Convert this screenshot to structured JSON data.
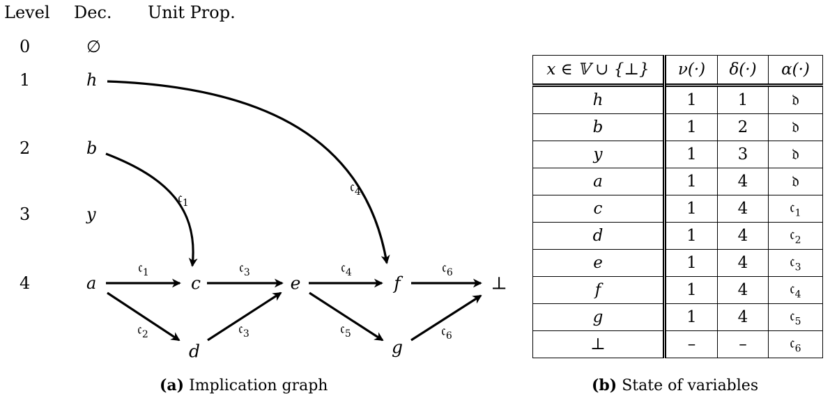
{
  "headers": {
    "level": "Level",
    "dec": "Dec.",
    "unit_prop": "Unit Prop."
  },
  "levels": [
    {
      "num": "0",
      "dec": "∅"
    },
    {
      "num": "1",
      "dec": "h"
    },
    {
      "num": "2",
      "dec": "b"
    },
    {
      "num": "3",
      "dec": "y"
    },
    {
      "num": "4",
      "dec": "a"
    }
  ],
  "graph_nodes": {
    "c": "c",
    "e": "e",
    "f": "f",
    "d": "d",
    "g": "g",
    "bottom": "⊥"
  },
  "edge_labels": {
    "b_c": {
      "base": "𝔠",
      "sub": "1"
    },
    "h_f": {
      "base": "𝔠",
      "sub": "4"
    },
    "a_c": {
      "base": "𝔠",
      "sub": "1"
    },
    "c_e": {
      "base": "𝔠",
      "sub": "3"
    },
    "e_f": {
      "base": "𝔠",
      "sub": "4"
    },
    "f_bot": {
      "base": "𝔠",
      "sub": "6"
    },
    "a_d": {
      "base": "𝔠",
      "sub": "2"
    },
    "d_e": {
      "base": "𝔠",
      "sub": "3"
    },
    "e_g": {
      "base": "𝔠",
      "sub": "5"
    },
    "g_bot": {
      "base": "𝔠",
      "sub": "6"
    }
  },
  "captions": {
    "a_tag": "(a)",
    "a_text": "Implication graph",
    "b_tag": "(b)",
    "b_text": "State of variables"
  },
  "table": {
    "headers": [
      "x ∈ 𝕍 ∪ {⊥}",
      "ν(·)",
      "δ(·)",
      "α(·)"
    ],
    "rows": [
      {
        "x": "h",
        "nu": "1",
        "delta": "1",
        "alpha": "𝔡",
        "alpha_sub": ""
      },
      {
        "x": "b",
        "nu": "1",
        "delta": "2",
        "alpha": "𝔡",
        "alpha_sub": ""
      },
      {
        "x": "y",
        "nu": "1",
        "delta": "3",
        "alpha": "𝔡",
        "alpha_sub": ""
      },
      {
        "x": "a",
        "nu": "1",
        "delta": "4",
        "alpha": "𝔡",
        "alpha_sub": ""
      },
      {
        "x": "c",
        "nu": "1",
        "delta": "4",
        "alpha": "𝔠",
        "alpha_sub": "1"
      },
      {
        "x": "d",
        "nu": "1",
        "delta": "4",
        "alpha": "𝔠",
        "alpha_sub": "2"
      },
      {
        "x": "e",
        "nu": "1",
        "delta": "4",
        "alpha": "𝔠",
        "alpha_sub": "3"
      },
      {
        "x": "f",
        "nu": "1",
        "delta": "4",
        "alpha": "𝔠",
        "alpha_sub": "4"
      },
      {
        "x": "g",
        "nu": "1",
        "delta": "4",
        "alpha": "𝔠",
        "alpha_sub": "5"
      },
      {
        "x": "⊥",
        "nu": "–",
        "delta": "–",
        "alpha": "𝔠",
        "alpha_sub": "6"
      }
    ]
  }
}
